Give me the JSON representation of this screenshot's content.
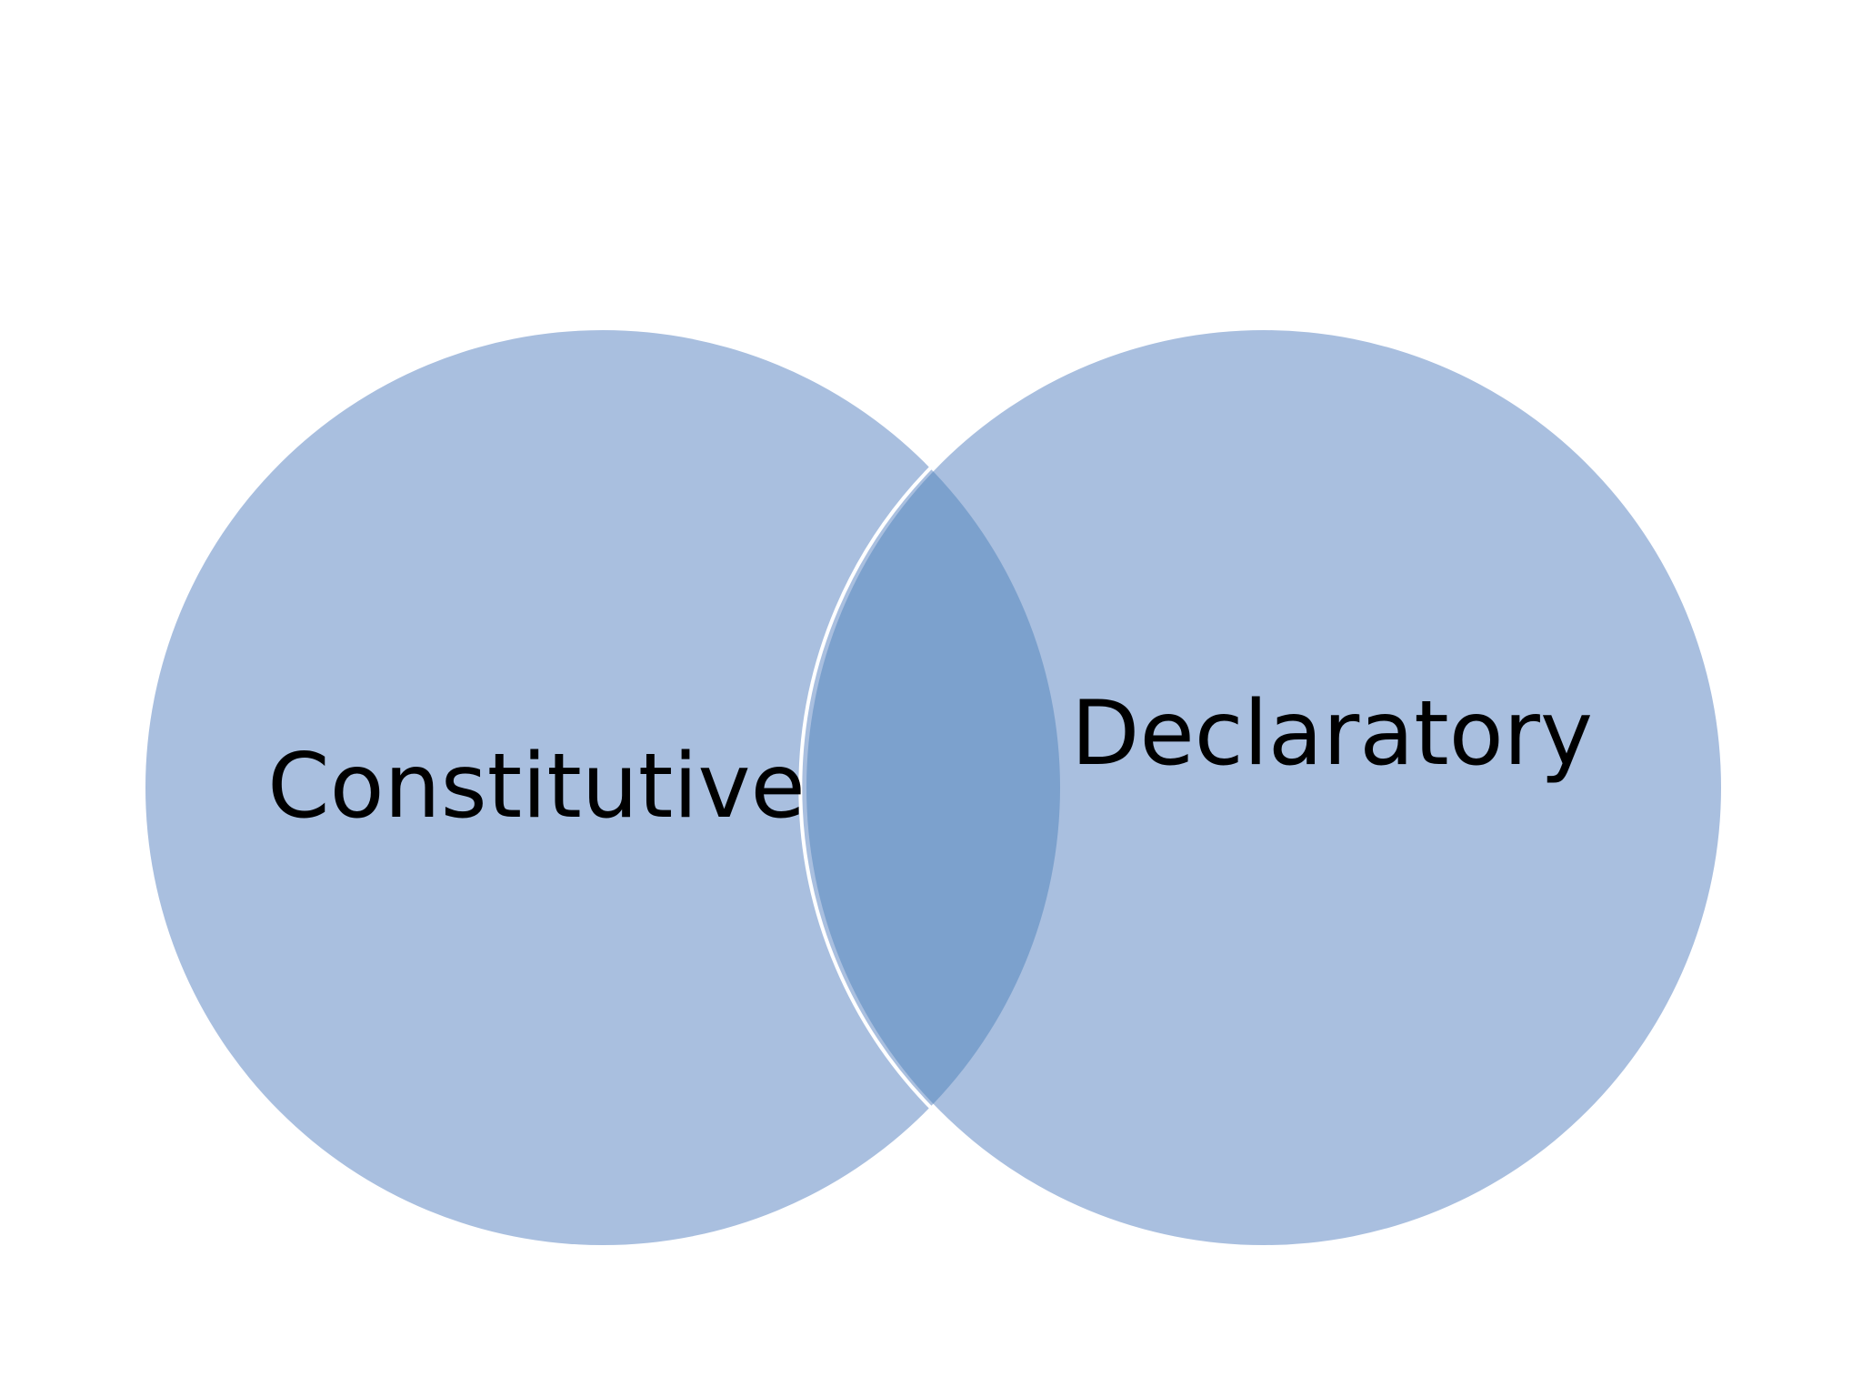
{
  "diagram": {
    "type": "venn",
    "sets": [
      {
        "label": "Constitutive"
      },
      {
        "label": "Declaratory"
      }
    ],
    "colors": {
      "circle_fill": "#a9bfdf",
      "overlap_fill": "#7ca1cd",
      "divider": "#ffffff",
      "background": "#ffffff"
    }
  }
}
